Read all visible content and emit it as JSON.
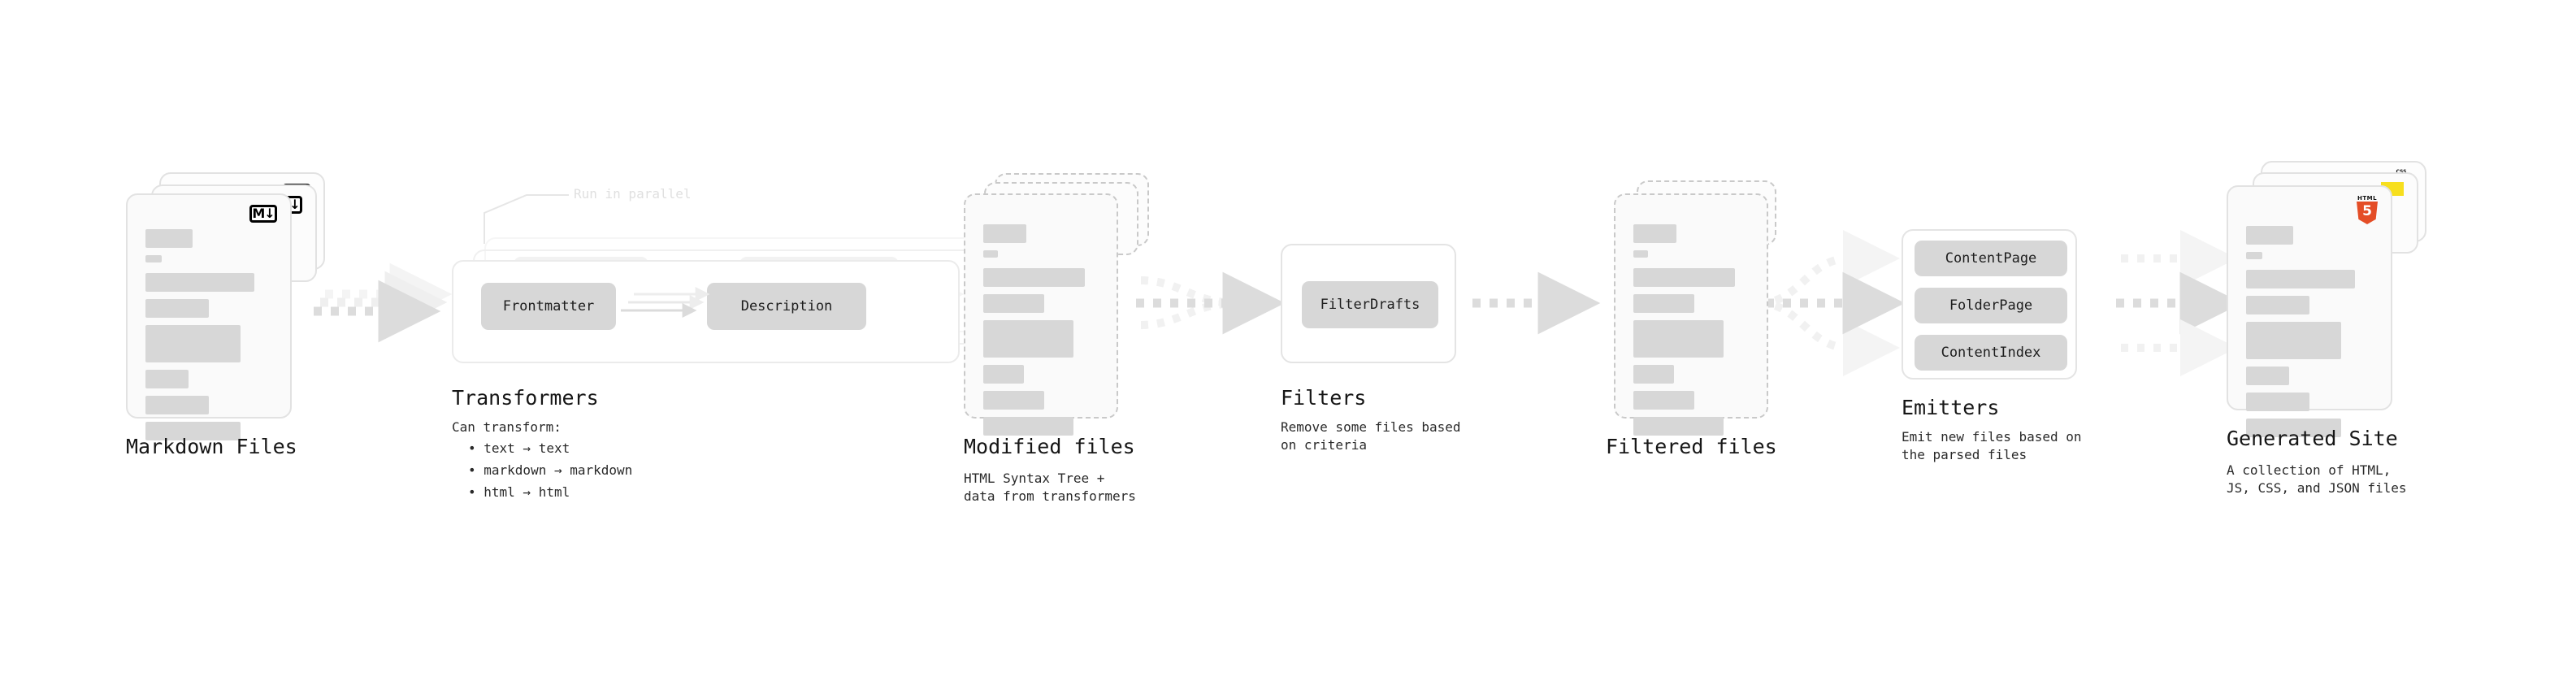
{
  "diagram": {
    "stages": [
      {
        "id": "markdown-files",
        "title": "Markdown Files",
        "subtitle": "",
        "badge": "M↓"
      },
      {
        "id": "transformers",
        "title": "Transformers",
        "subtitle": "Can transform:",
        "hint": "Run in parallel",
        "bullets": [
          "• text → text",
          "• markdown → markdown",
          "• html → html"
        ],
        "chips": [
          "Frontmatter",
          "Description"
        ]
      },
      {
        "id": "modified-files",
        "title": "Modified files",
        "subtitle": "HTML Syntax Tree +\ndata from transformers"
      },
      {
        "id": "filters",
        "title": "Filters",
        "subtitle": "Remove some files based\non criteria",
        "chips": [
          "FilterDrafts"
        ]
      },
      {
        "id": "filtered-files",
        "title": "Filtered files",
        "subtitle": ""
      },
      {
        "id": "emitters",
        "title": "Emitters",
        "subtitle": "Emit new files based on\nthe parsed files",
        "chips": [
          "ContentPage",
          "FolderPage",
          "ContentIndex"
        ]
      },
      {
        "id": "generated-site",
        "title": "Generated Site",
        "subtitle": "A collection of HTML,\nJS, CSS, and JSON files",
        "badges": [
          "CSS",
          "JS",
          "HTML5"
        ]
      }
    ],
    "colors": {
      "bar": "#d7d7d7",
      "card_bg": "#fafafa",
      "card_border": "#e2e2e2",
      "dashed_border": "#c9c9c9",
      "chip": "#d7d7d7",
      "arrow": "#dcdcdc",
      "text": "#161616",
      "hint": "#e0e0e0",
      "html5": "#e44d26",
      "js": "#f7df1e",
      "css": "#264de4"
    },
    "badge_text": {
      "markdown": "M↓",
      "html5_word": "HTML",
      "html5_num": "5",
      "css_word": "CSS"
    }
  }
}
